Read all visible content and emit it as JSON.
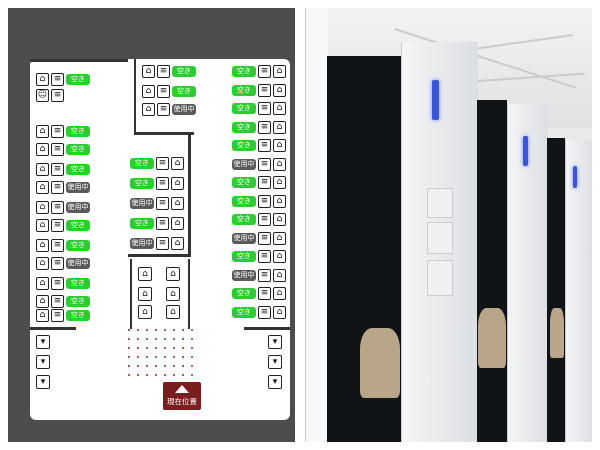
{
  "labels": {
    "vacant": "空き",
    "occupied": "使用中",
    "current_location": "現在位置"
  },
  "colors": {
    "vacant": "#2ecc33",
    "occupied": "#5a5a5a",
    "location_marker": "#7a1d1d",
    "outer_bg": "#4d4d4d"
  },
  "stalls": {
    "left_column": [
      "vacant",
      "vacant",
      "vacant",
      "vacant",
      "occupied",
      "occupied",
      "vacant",
      "vacant",
      "occupied",
      "vacant",
      "vacant",
      "vacant"
    ],
    "center_top": [
      "vacant",
      "vacant",
      "occupied"
    ],
    "center_mid": [
      "vacant",
      "vacant",
      "occupied",
      "vacant",
      "occupied"
    ],
    "right_column": [
      "vacant",
      "vacant",
      "vacant",
      "vacant",
      "vacant",
      "occupied",
      "vacant",
      "vacant",
      "vacant",
      "occupied",
      "vacant",
      "occupied",
      "vacant",
      "vacant"
    ]
  },
  "icons": {
    "toilet": "toilet-icon",
    "washlet": "washlet-icon",
    "bidet": "bidet-icon",
    "restroom_people": "restroom-people-icon",
    "location_arrow": "triangle-up-icon"
  }
}
